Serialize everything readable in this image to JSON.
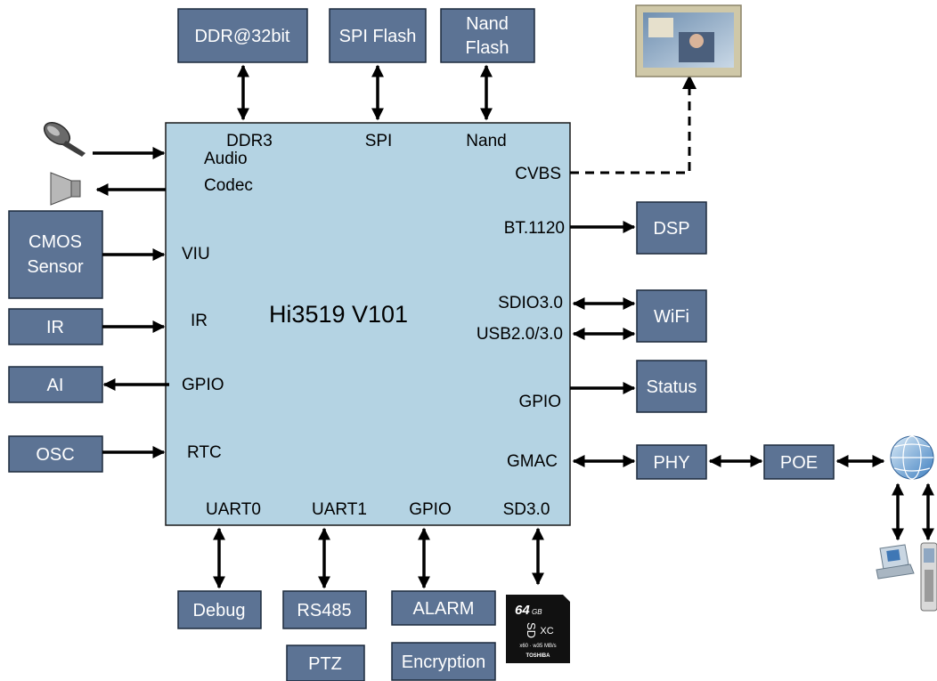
{
  "chip": {
    "name": "Hi3519 V101",
    "ports": {
      "ddr3": "DDR3",
      "spi": "SPI",
      "nand": "Nand",
      "audio_1": "Audio",
      "audio_2": "Codec",
      "cvbs": "CVBS",
      "bt1120": "BT.1120",
      "viu": "VIU",
      "sdio": "SDIO3.0",
      "usb": "USB2.0/3.0",
      "ir": "IR",
      "gpio_left": "GPIO",
      "gpio_right": "GPIO",
      "rtc": "RTC",
      "gmac": "GMAC",
      "uart0": "UART0",
      "uart1": "UART1",
      "gpio_bottom": "GPIO",
      "sd": "SD3.0"
    }
  },
  "blocks": {
    "ddr": "DDR@32bit",
    "spi_flash": "SPI Flash",
    "nand_flash_1": "Nand",
    "nand_flash_2": "Flash",
    "cmos_1": "CMOS",
    "cmos_2": "Sensor",
    "ir": "IR",
    "ai": "AI",
    "osc": "OSC",
    "dsp": "DSP",
    "wifi": "WiFi",
    "status": "Status",
    "phy": "PHY",
    "poe": "POE",
    "debug": "Debug",
    "rs485": "RS485",
    "alarm": "ALARM",
    "ptz": "PTZ",
    "encryption": "Encryption"
  },
  "sdcard": {
    "capacity": "64",
    "unit": "GB",
    "type_1": "SD",
    "type_2": "XC",
    "speed": "x60 · w35 MB/s",
    "brand": "TOSHIBA"
  },
  "colors": {
    "block_fill": "#5c7394",
    "chip_fill": "#b4d3e3",
    "line": "#000000"
  },
  "icons": [
    "microphone-icon",
    "speaker-icon",
    "monitor-icon",
    "globe-icon",
    "laptop-icon",
    "phone-icon",
    "sd-card-icon"
  ]
}
